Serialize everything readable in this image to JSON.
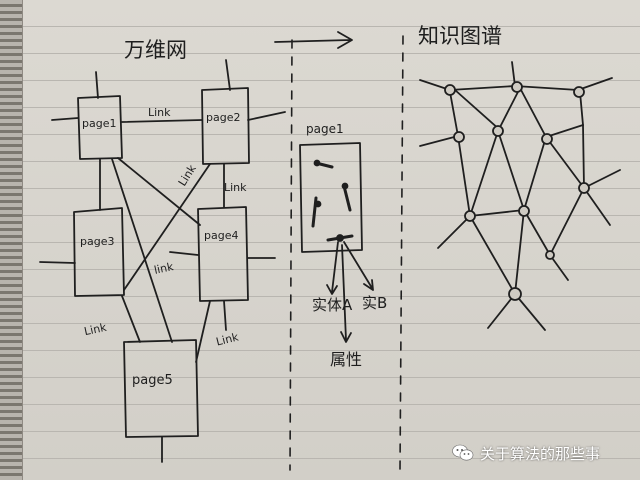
{
  "titles": {
    "web": "万维网",
    "knowledge_graph": "知识图谱"
  },
  "pages": {
    "page1": "page1",
    "page2": "page2",
    "page3": "page3",
    "page4": "page4",
    "page5": "page5",
    "expanded": "page1"
  },
  "links": {
    "l1": "Link",
    "l2": "Link",
    "l3": "Link",
    "l4": "link",
    "l5": "Link",
    "l6": "Link"
  },
  "entities": {
    "a": "实体A",
    "b": "实B",
    "attr": "属性"
  },
  "watermark": "关于算法的那些事",
  "colors": {
    "ink": "#1f1f1f",
    "paper": "#d8d4cc"
  }
}
